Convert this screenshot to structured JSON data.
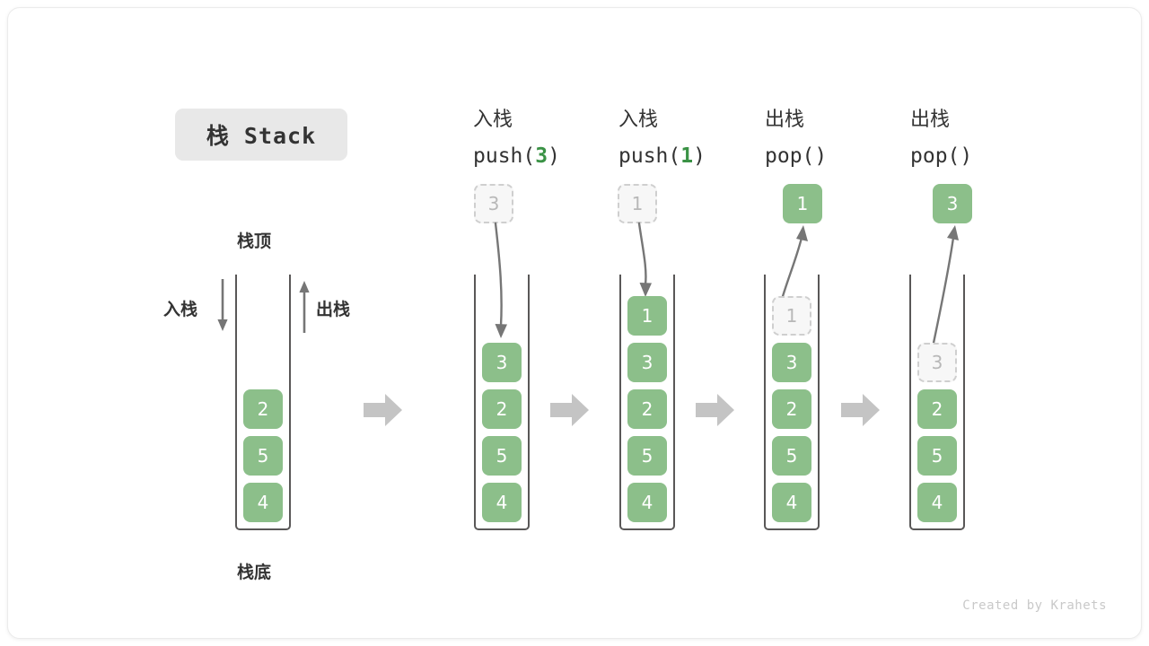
{
  "title_chip": {
    "text": "栈 Stack"
  },
  "credit": "Created by Krahets",
  "colors": {
    "cell_fill": "#8cbf8a",
    "cell_text": "#ffffff",
    "ghost_fill": "#f7f7f7",
    "ghost_border": "#cfcfcf",
    "ghost_text": "#b8b8b8",
    "accent_arg": "#3a9245",
    "wall": "#595757",
    "step_arrow": "#c4c4c4",
    "motion_arrow": "#767676",
    "chip_bg": "#e8e8e8"
  },
  "base_stack": {
    "top_label": "栈顶",
    "bottom_label": "栈底",
    "push_label": "入栈",
    "pop_label": "出栈",
    "cells": [
      "2",
      "5",
      "4"
    ]
  },
  "steps": [
    {
      "cn": "入栈",
      "code_prefix": "push(",
      "code_arg": "3",
      "code_suffix": ")",
      "ghost_outside": "3",
      "direction": "push",
      "cells": [
        "3",
        "2",
        "5",
        "4"
      ]
    },
    {
      "cn": "入栈",
      "code_prefix": "push(",
      "code_arg": "1",
      "code_suffix": ")",
      "ghost_outside": "1",
      "direction": "push",
      "cells": [
        "1",
        "3",
        "2",
        "5",
        "4"
      ]
    },
    {
      "cn": "出栈",
      "code_prefix": "pop(",
      "code_arg": "",
      "code_suffix": ")",
      "popped_outside": "1",
      "direction": "pop",
      "ghost_in_stack": "1",
      "cells": [
        "3",
        "2",
        "5",
        "4"
      ]
    },
    {
      "cn": "出栈",
      "code_prefix": "pop(",
      "code_arg": "",
      "code_suffix": ")",
      "popped_outside": "3",
      "direction": "pop",
      "ghost_in_stack": "3",
      "cells": [
        "2",
        "5",
        "4"
      ]
    }
  ],
  "step_separator_icon": "right-block-arrow"
}
